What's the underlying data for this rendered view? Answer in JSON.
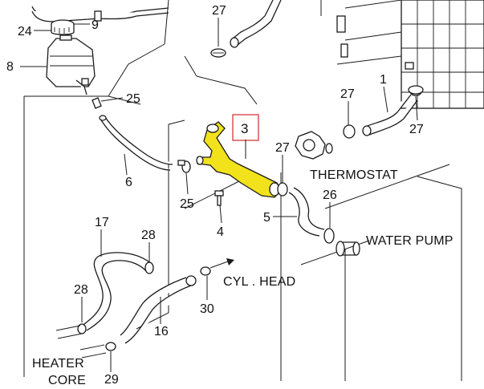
{
  "diagram": {
    "labels": {
      "thermostat": "THERMOSTAT",
      "water_pump": "WATER PUMP",
      "cyl_head": "CYL . HEAD",
      "heater_core_line1": "HEATER",
      "heater_core_line2": "CORE"
    },
    "callouts": {
      "c24": "24",
      "c9": "9",
      "c8": "8",
      "c25a": "25",
      "c6": "6",
      "c27a": "27",
      "c3": "3",
      "c25b": "25",
      "c4": "4",
      "c27b": "27",
      "c1": "1",
      "c27c": "27",
      "c27d": "27",
      "c26": "26",
      "c5": "5",
      "c17": "17",
      "c28a": "28",
      "c28b": "28",
      "c16": "16",
      "c30": "30",
      "c29": "29"
    },
    "highlight_color": "#f2e21c",
    "callout_box_color": "#d23a3a"
  }
}
